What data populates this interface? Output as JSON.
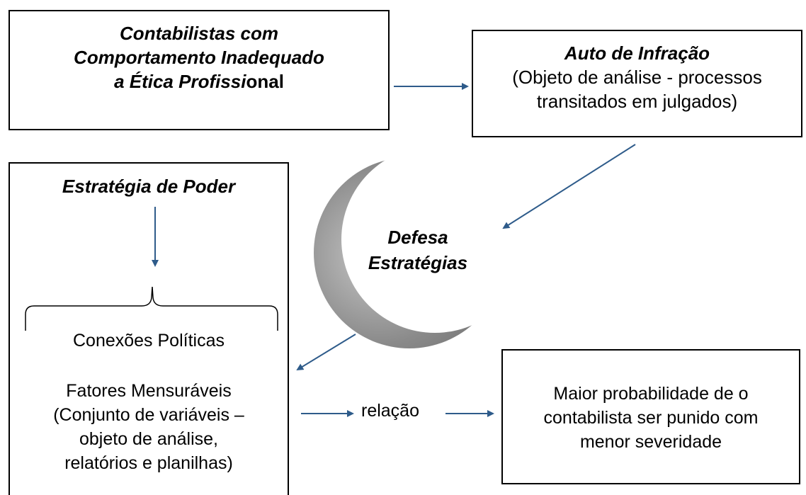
{
  "box1": {
    "lines": [
      "Contabilistas com",
      "Comportamento Inadequado",
      "a Ética Profissi",
      "onal"
    ]
  },
  "box2": {
    "title": "Auto de Infração",
    "line1": "(Objeto de análise - processos",
    "line2": "transitados em julgados)"
  },
  "box3": {
    "title": "Estratégia de Poder",
    "item1": "Conexões Políticas",
    "item2_lines": [
      "Fatores Mensuráveis",
      "(Conjunto de variáveis –",
      "objeto de análise,",
      "relatórios e planilhas)"
    ]
  },
  "moon": {
    "line1": "Defesa",
    "line2": "Estratégias"
  },
  "relation_label": "relação",
  "box4": {
    "lines": [
      "Maior probabilidade de o",
      "contabilista ser punido com",
      "menor severidade"
    ]
  },
  "colors": {
    "arrow": "#2e5b8a",
    "moon": "#8a8a8a"
  }
}
